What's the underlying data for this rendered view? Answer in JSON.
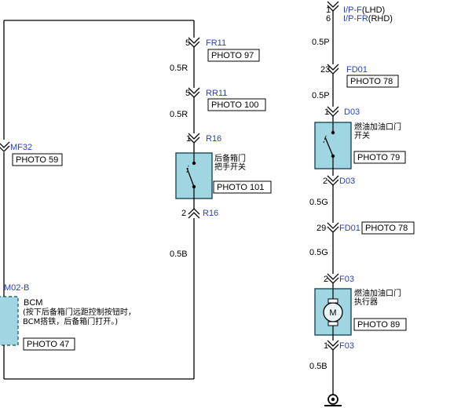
{
  "colors": {
    "line": "#000000",
    "connector": "#2a3fb8",
    "component_fill": "#9fd6e2",
    "component_stroke": "#1a4a5a"
  },
  "left_branch": {
    "connector": "MF32",
    "photo": "PHOTO 59",
    "bcm_connector": "M02-B",
    "bcm_photo": "PHOTO 47",
    "bcm_lines": [
      "BCM",
      "(按下后备箱门远距控制按钮时，",
      "BCM搭铁，后备箱门打开。)"
    ]
  },
  "middle_branch": {
    "c1": {
      "pin": "5",
      "name": "FR11",
      "photo": "PHOTO 97"
    },
    "w1": "0.5R",
    "c2": {
      "pin": "5",
      "name": "RR11",
      "photo": "PHOTO 100"
    },
    "w2": "0.5R",
    "c3": {
      "pin": "1",
      "name": "R16"
    },
    "switch_lines": [
      "后备箱门",
      "把手开关"
    ],
    "switch_photo": "PHOTO 101",
    "c4": {
      "pin": "2",
      "name": "R16"
    },
    "w3": "0.5B"
  },
  "right_branch": {
    "top_pins": [
      "1",
      "6"
    ],
    "top_labels": [
      "I/P-F",
      "I/P-FR"
    ],
    "top_notes": [
      "(LHD)",
      "(RHD)"
    ],
    "w1": "0.5P",
    "c1": {
      "pin": "23",
      "name": "FD01",
      "photo": "PHOTO 78"
    },
    "w2": "0.5P",
    "c2": {
      "pin": "1",
      "name": "D03"
    },
    "switch_lines": [
      "燃油加油口门",
      "开关"
    ],
    "switch_photo": "PHOTO 79",
    "c3": {
      "pin": "2",
      "name": "D03"
    },
    "w3": "0.5G",
    "c4": {
      "pin": "29",
      "name": "FD01",
      "photo": "PHOTO 78"
    },
    "w4": "0.5G",
    "c5": {
      "pin": "2",
      "name": "F03"
    },
    "actuator_lines": [
      "燃油加油口门",
      "执行器"
    ],
    "motor_label": "M",
    "actuator_photo": "PHOTO 89",
    "c6": {
      "pin": "1",
      "name": "F03"
    },
    "w5": "0.5B"
  }
}
